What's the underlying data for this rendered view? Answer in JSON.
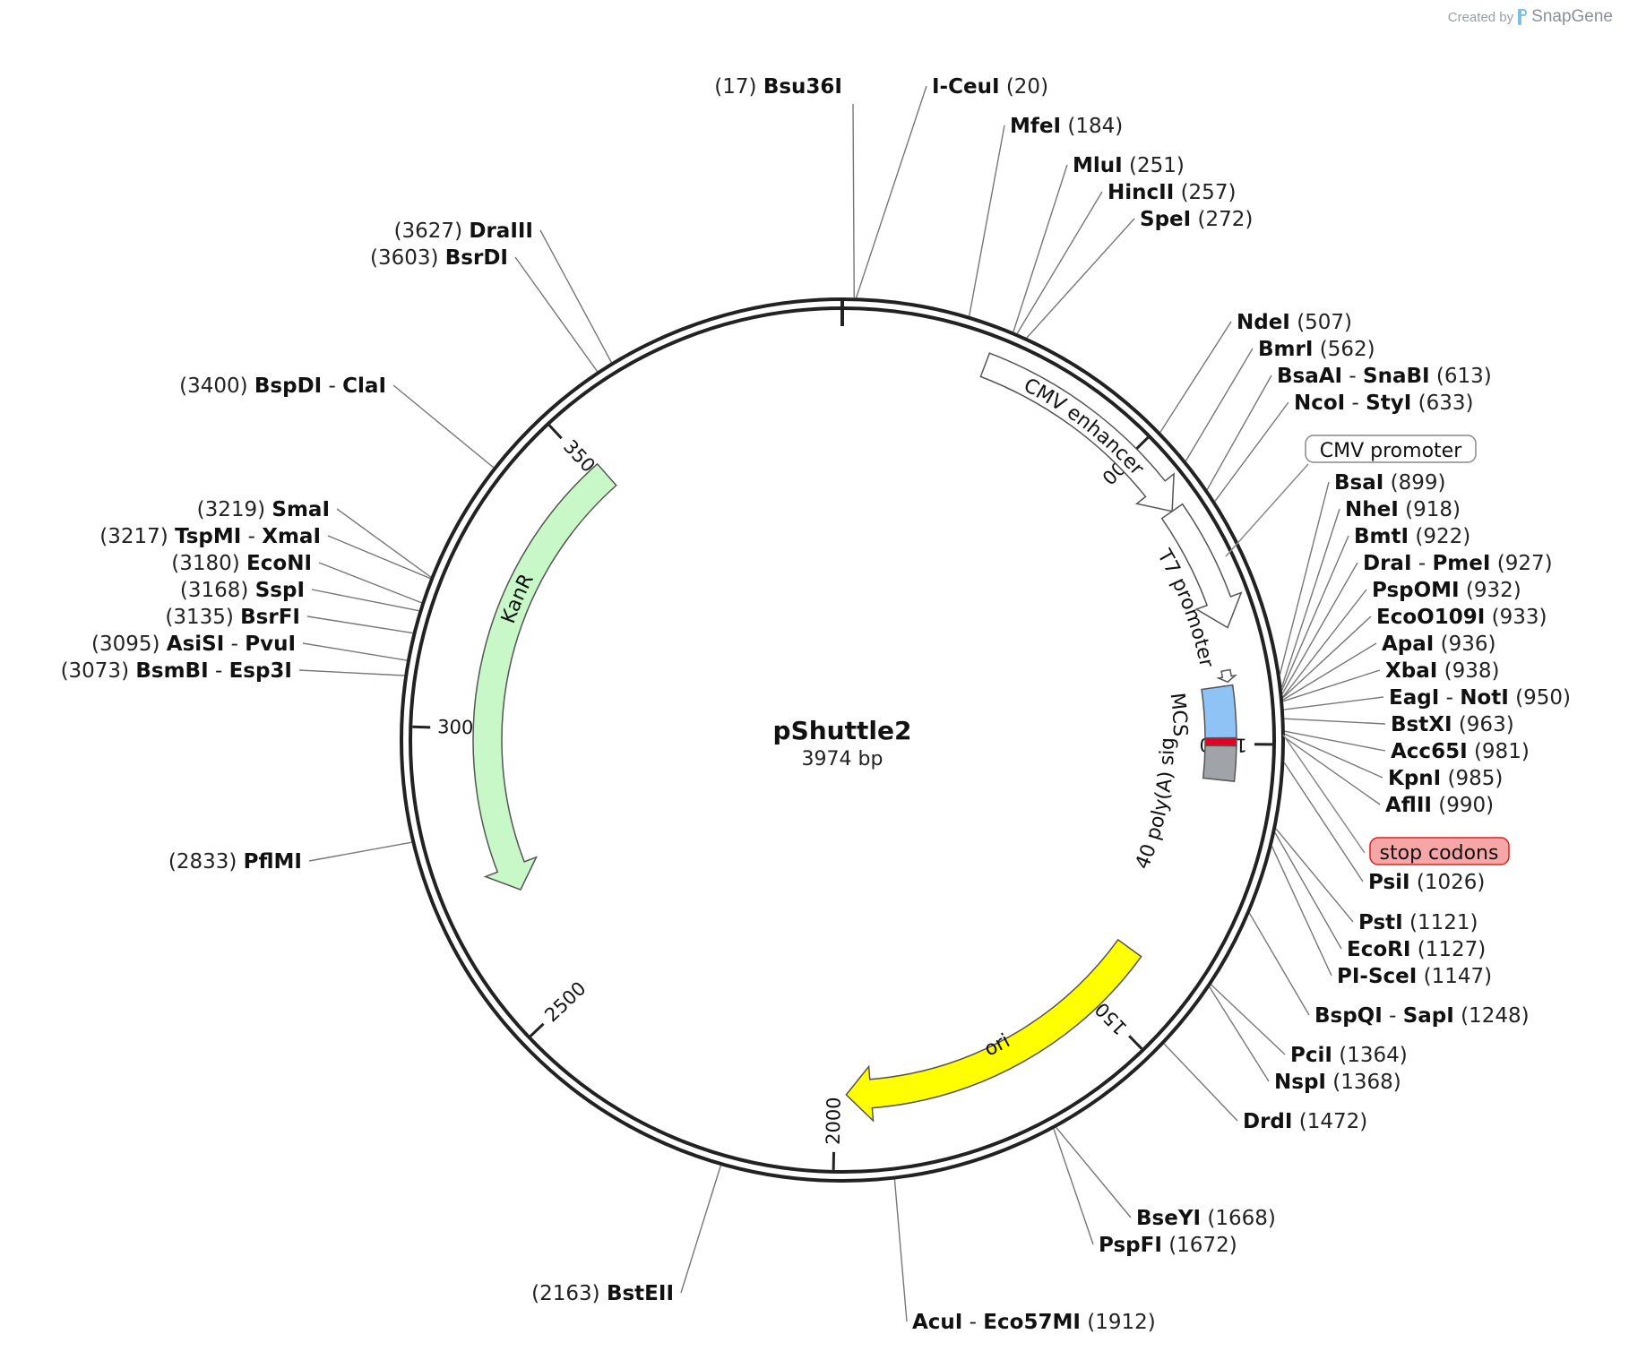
{
  "credit": {
    "prefix": "Created by",
    "brand": "SnapGene"
  },
  "plasmid": {
    "name": "pShuttle2",
    "size_label": "3974 bp",
    "length": 3974
  },
  "ticks": [
    {
      "pos": 500,
      "label": "500"
    },
    {
      "pos": 1000,
      "label": "1000"
    },
    {
      "pos": 1500,
      "label": "1500"
    },
    {
      "pos": 2000,
      "label": "2000"
    },
    {
      "pos": 2500,
      "label": "2500"
    },
    {
      "pos": 3000,
      "label": "3000"
    },
    {
      "pos": 3500,
      "label": "3500"
    }
  ],
  "features": [
    {
      "name": "CMV enhancer",
      "start": 230,
      "end": 610,
      "color": "#ffffff",
      "arrow": true
    },
    {
      "name": "CMV promoter",
      "start": 610,
      "end": 814,
      "color": "#ffffff",
      "arrow": true
    },
    {
      "name": "T7 promoter",
      "start": 880,
      "end": 899,
      "color": "#ffffff",
      "arrow": true
    },
    {
      "name": "MCS",
      "start": 905,
      "end": 990,
      "color": "#8fc3f5",
      "arrow": false
    },
    {
      "name": "stop codons",
      "start": 990,
      "end": 1003,
      "color": "#e8001c",
      "arrow": false
    },
    {
      "name": "SV40 poly(A) signal",
      "start": 1003,
      "end": 1060,
      "color": "#a0a4a8",
      "arrow": false
    },
    {
      "name": "ori",
      "start": 1390,
      "end": 1980,
      "color": "#ffff00",
      "arrow": true
    },
    {
      "name": "KanR",
      "start": 3515,
      "end": 2705,
      "color": "#c8f7c8",
      "arrow": true
    }
  ],
  "enzymes": [
    {
      "name": "Bsu36I",
      "pos": 17,
      "label": "(17)"
    },
    {
      "name": "I-CeuI",
      "pos": 20,
      "label": "(20)"
    },
    {
      "name": "MfeI",
      "pos": 184,
      "label": "(184)"
    },
    {
      "name": "MluI",
      "pos": 251,
      "label": "(251)"
    },
    {
      "name": "HincII",
      "pos": 257,
      "label": "(257)"
    },
    {
      "name": "SpeI",
      "pos": 272,
      "label": "(272)"
    },
    {
      "name": "NdeI",
      "pos": 507,
      "label": "(507)"
    },
    {
      "name": "BmrI",
      "pos": 562,
      "label": "(562)"
    },
    {
      "name": "BsaAI",
      "name2": "SnaBI",
      "pos": 613,
      "label": "(613)"
    },
    {
      "name": "NcoI",
      "name2": "StyI",
      "pos": 633,
      "label": "(633)"
    },
    {
      "name": "BsaI",
      "pos": 899,
      "label": "(899)"
    },
    {
      "name": "NheI",
      "pos": 918,
      "label": "(918)"
    },
    {
      "name": "BmtI",
      "pos": 922,
      "label": "(922)"
    },
    {
      "name": "DraI",
      "name2": "PmeI",
      "pos": 927,
      "label": "(927)"
    },
    {
      "name": "PspOMI",
      "pos": 932,
      "label": "(932)"
    },
    {
      "name": "EcoO109I",
      "pos": 933,
      "label": "(933)"
    },
    {
      "name": "ApaI",
      "pos": 936,
      "label": "(936)"
    },
    {
      "name": "XbaI",
      "pos": 938,
      "label": "(938)"
    },
    {
      "name": "EagI",
      "name2": "NotI",
      "pos": 950,
      "label": "(950)"
    },
    {
      "name": "BstXI",
      "pos": 963,
      "label": "(963)"
    },
    {
      "name": "Acc65I",
      "pos": 981,
      "label": "(981)"
    },
    {
      "name": "KpnI",
      "pos": 985,
      "label": "(985)"
    },
    {
      "name": "AflII",
      "pos": 990,
      "label": "(990)"
    },
    {
      "name": "PsiI",
      "pos": 1026,
      "label": "(1026)"
    },
    {
      "name": "PstI",
      "pos": 1121,
      "label": "(1121)"
    },
    {
      "name": "EcoRI",
      "pos": 1127,
      "label": "(1127)"
    },
    {
      "name": "PI-SceI",
      "pos": 1147,
      "label": "(1147)"
    },
    {
      "name": "BspQI",
      "name2": "SapI",
      "pos": 1248,
      "label": "(1248)"
    },
    {
      "name": "PciI",
      "pos": 1364,
      "label": "(1364)"
    },
    {
      "name": "NspI",
      "pos": 1368,
      "label": "(1368)"
    },
    {
      "name": "DrdI",
      "pos": 1472,
      "label": "(1472)"
    },
    {
      "name": "BseYI",
      "pos": 1668,
      "label": "(1668)"
    },
    {
      "name": "PspFI",
      "pos": 1672,
      "label": "(1672)"
    },
    {
      "name": "AcuI",
      "name2": "Eco57MI",
      "pos": 1912,
      "label": "(1912)"
    },
    {
      "name": "BstEII",
      "pos": 2163,
      "label": "(2163)"
    },
    {
      "name": "PflMI",
      "pos": 2833,
      "label": "(2833)"
    },
    {
      "name": "BsmBI",
      "name2": "Esp3I",
      "pos": 3073,
      "label": "(3073)"
    },
    {
      "name": "AsiSI",
      "name2": "PvuI",
      "pos": 3095,
      "label": "(3095)"
    },
    {
      "name": "BsrFI",
      "pos": 3135,
      "label": "(3135)"
    },
    {
      "name": "SspI",
      "pos": 3168,
      "label": "(3168)"
    },
    {
      "name": "EcoNI",
      "pos": 3180,
      "label": "(3180)"
    },
    {
      "name": "TspMI",
      "name2": "XmaI",
      "pos": 3217,
      "label": "(3217)"
    },
    {
      "name": "SmaI",
      "pos": 3219,
      "label": "(3219)"
    },
    {
      "name": "BspDI",
      "name2": "ClaI",
      "pos": 3400,
      "label": "(3400)"
    },
    {
      "name": "BsrDI",
      "pos": 3603,
      "label": "(3603)"
    },
    {
      "name": "DraIII",
      "pos": 3627,
      "label": "(3627)"
    }
  ]
}
